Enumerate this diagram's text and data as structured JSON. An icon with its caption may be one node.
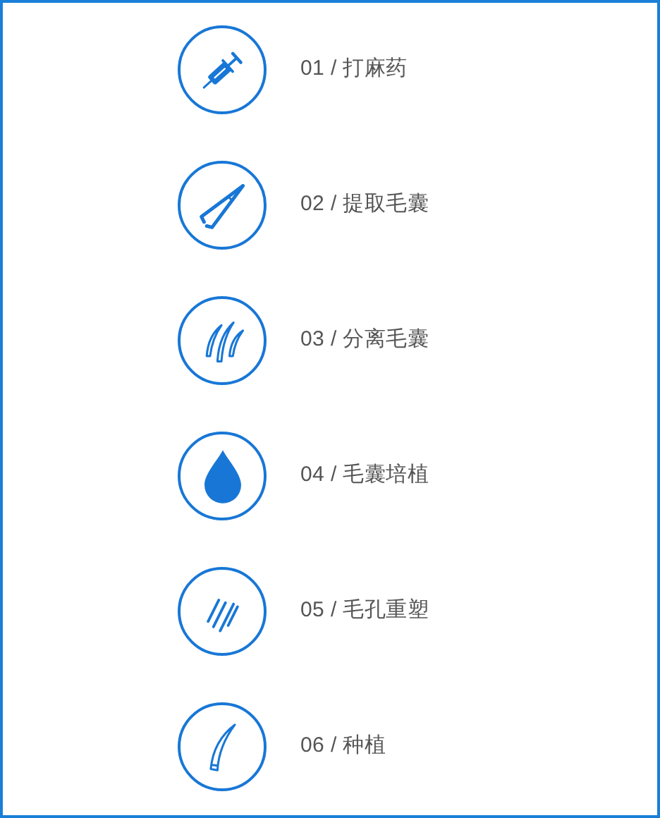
{
  "diagram": {
    "nodes": [
      {
        "text": [],
        "shape": "circle",
        "beside": [
          "01 / 打麻药"
        ]
      },
      {
        "text": [],
        "shape": "circle",
        "beside": [
          "02 / 提取毛囊"
        ]
      },
      {
        "text": [],
        "shape": "circle",
        "beside": [
          "03 / 分离毛囊"
        ]
      },
      {
        "text": [],
        "shape": "circle",
        "beside": [
          "04 / 毛囊培植"
        ]
      },
      {
        "text": [],
        "shape": "circle",
        "beside": [
          "05 / 毛孔重塑"
        ]
      },
      {
        "text": [],
        "shape": "circle",
        "beside": [
          "06 / 种植"
        ]
      }
    ]
  }
}
